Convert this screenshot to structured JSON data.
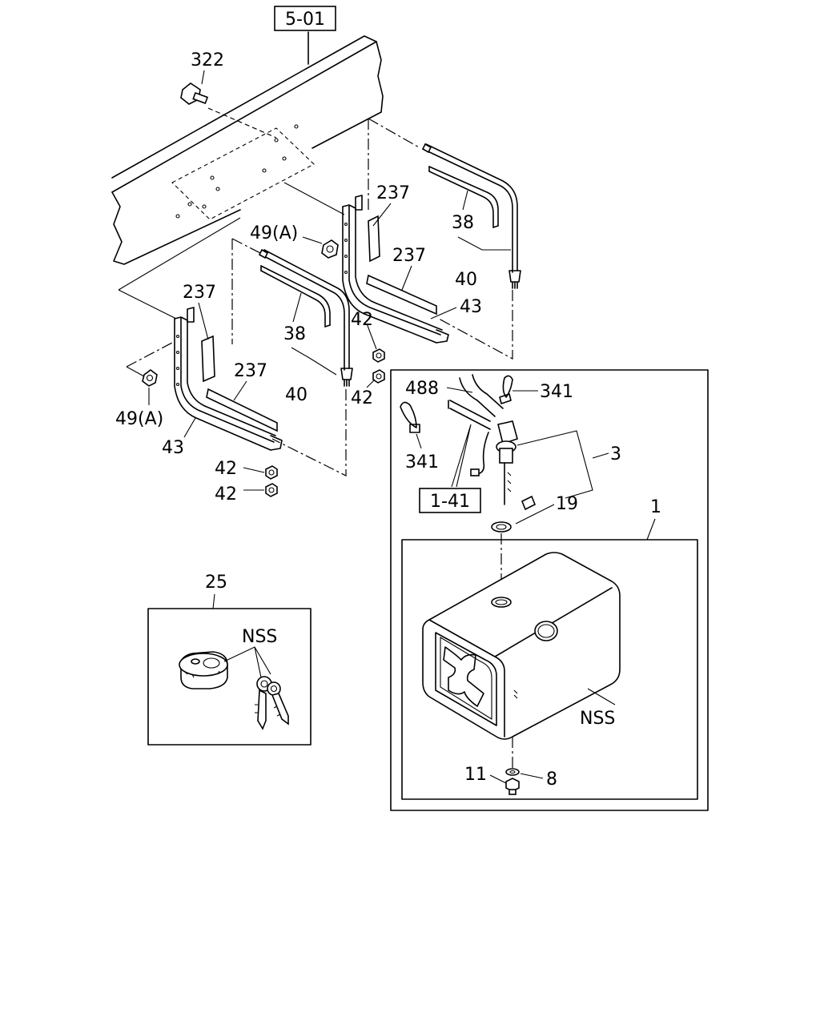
{
  "diagram": {
    "refs": {
      "frame": "5-01",
      "harness": "1-41"
    },
    "callouts": {
      "bolt": "322",
      "nut_upper": "49(A)",
      "nut_lower": "49(A)",
      "pad_upper_v": "237",
      "pad_upper_h": "237",
      "pad_lower_v": "237",
      "pad_lower_h": "237",
      "strap_pad_upper": "38",
      "strap_pad_lower": "38",
      "strap_upper": "40",
      "strap_lower": "40",
      "bracket_upper": "43",
      "bracket_lower": "43",
      "nut_a": "42",
      "nut_b": "42",
      "nut_c": "42",
      "nut_d": "42",
      "hose": "488",
      "clip_upper": "341",
      "clip_lower": "341",
      "gauge_unit": "3",
      "gasket": "19",
      "tank": "1",
      "nss_tank": "NSS",
      "drain_plug": "11",
      "drain_washer": "8",
      "cap_kit": "25",
      "nss_cap": "NSS"
    }
  }
}
